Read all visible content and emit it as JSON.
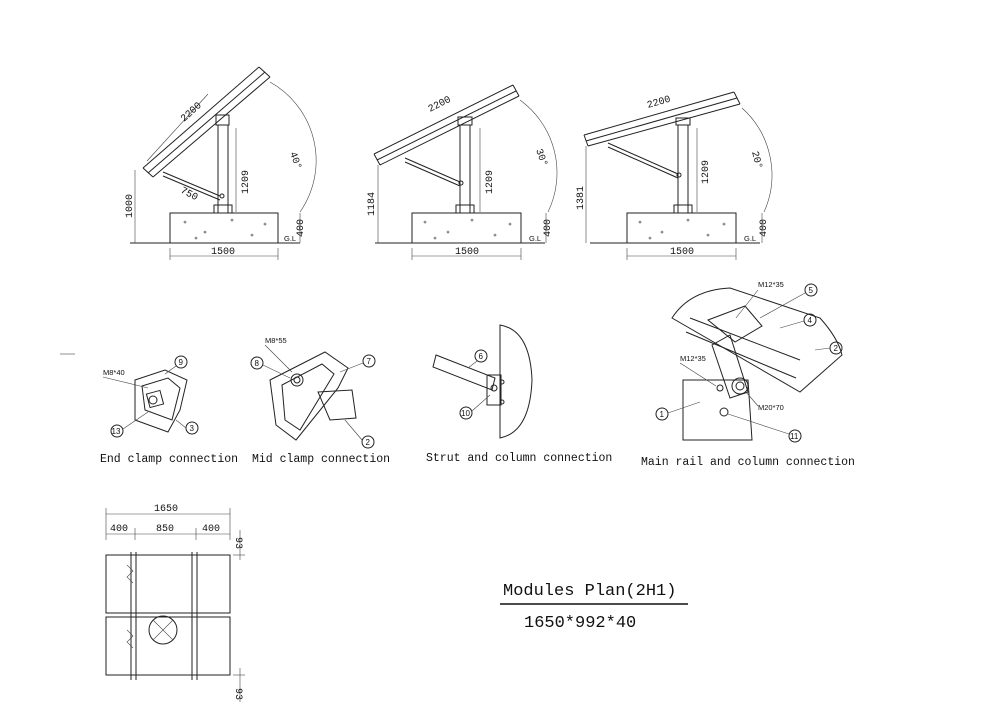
{
  "tilt_views": [
    {
      "panel_length": "2200",
      "column_height": "1209",
      "front_height": "1000",
      "strut_length": "750",
      "angle": "40°",
      "base_width": "1500",
      "base_height": "400",
      "ground": "G.L"
    },
    {
      "panel_length": "2200",
      "column_height": "1209",
      "front_height": "1184",
      "angle": "30°",
      "base_width": "1500",
      "base_height": "400",
      "ground": "G.L"
    },
    {
      "panel_length": "2200",
      "column_height": "1209",
      "front_height": "1381",
      "angle": "20°",
      "base_width": "1500",
      "base_height": "400",
      "ground": "G.L"
    }
  ],
  "details": {
    "end_clamp": {
      "caption": "End clamp connection",
      "bolt": "M8*40",
      "parts": [
        "9",
        "13",
        "3"
      ]
    },
    "mid_clamp": {
      "caption": "Mid clamp connection",
      "bolt": "M8*55",
      "parts": [
        "8",
        "7",
        "2"
      ]
    },
    "strut": {
      "caption": "Strut and column connection",
      "parts": [
        "6",
        "10"
      ]
    },
    "main_rail": {
      "caption": "Main rail and column connection",
      "bolt_top": "M12*35",
      "bolt_side": "M12*35",
      "bolt_pivot": "M20*70",
      "parts": [
        "5",
        "4",
        "2",
        "1",
        "11"
      ]
    }
  },
  "plan": {
    "total": "1650",
    "left": "400",
    "middle": "850",
    "right": "400",
    "edge_top": "93",
    "edge_bottom": "93"
  },
  "modules_plan": {
    "title": "Modules Plan(2H1)",
    "size": "1650*992*40"
  }
}
